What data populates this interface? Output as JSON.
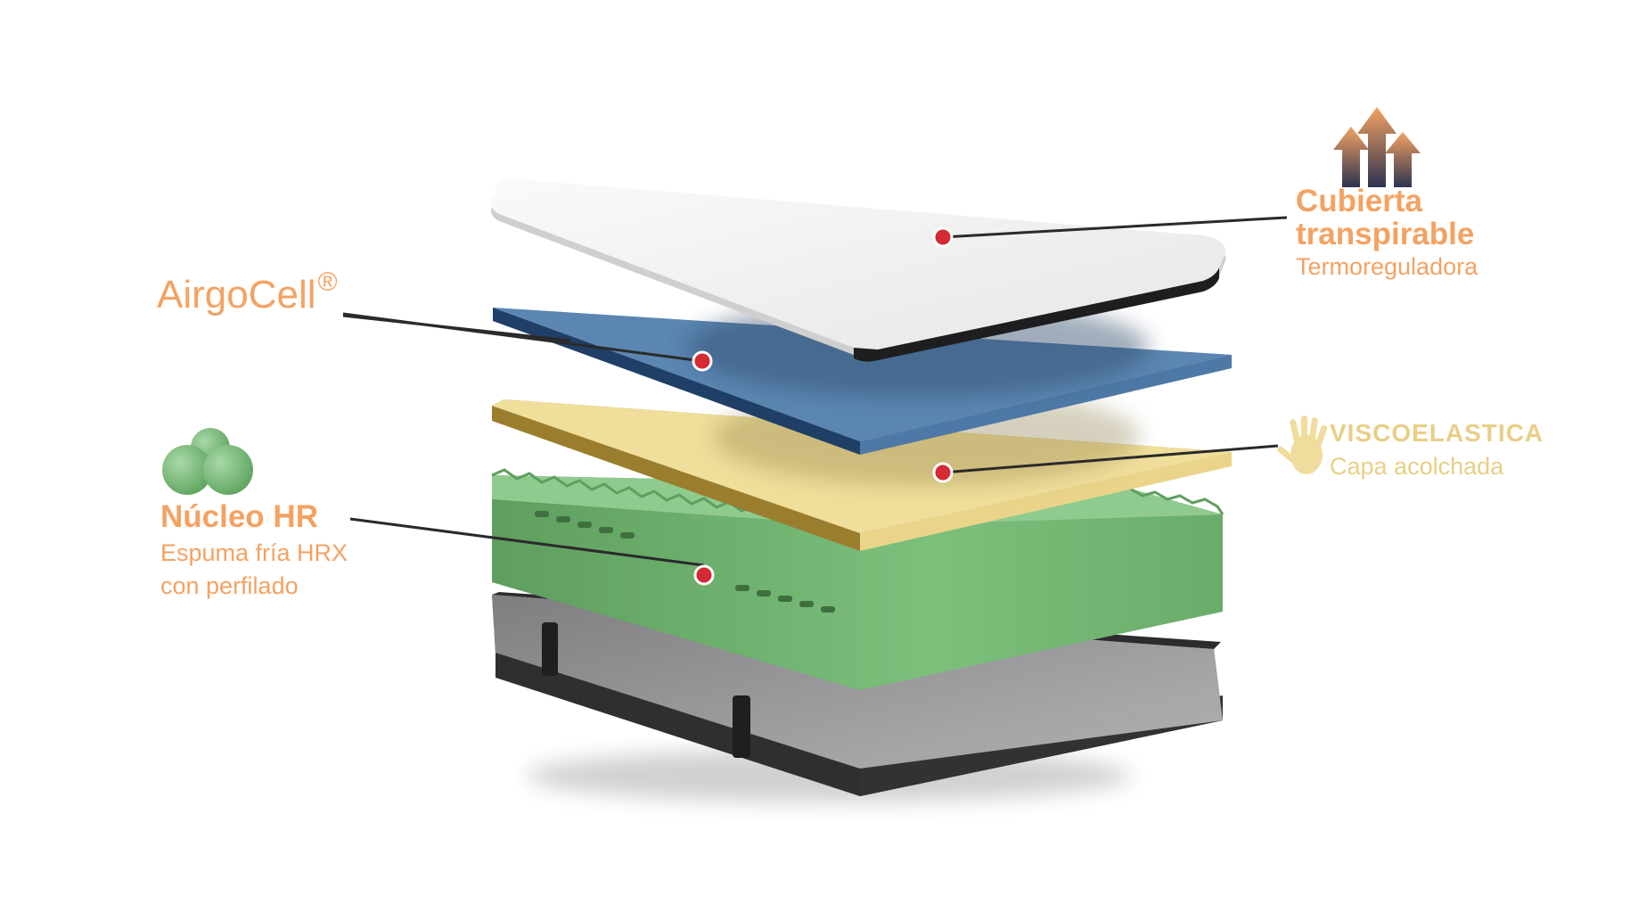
{
  "labels": {
    "airgocell": {
      "title": "AirgoCell",
      "mark": "®"
    },
    "nucleo": {
      "title": "Núcleo HR",
      "line1": "Espuma fría HRX",
      "line2": "con perfilado"
    },
    "cubierta": {
      "title_line1": "Cubierta",
      "title_line2": "transpirable",
      "subtitle": "Termoreguladora"
    },
    "visco": {
      "title": "VISCOELASTICA",
      "subtitle": "Capa acolchada"
    }
  },
  "icons": {
    "airflow": "airflow-arrows-icon",
    "hand": "hand-print-icon",
    "spheres": "foam-spheres-icon"
  },
  "colors": {
    "label_orange": "#f4a262",
    "label_yellow": "#e8cf86",
    "cover_white": "#f2f2f2",
    "airgocell_blue": "#5b86b1",
    "visco_yellow": "#f0df9b",
    "hr_green": "#7cbf7c",
    "base_dark": "#3d3d40",
    "pointer_red": "#d42a33"
  }
}
